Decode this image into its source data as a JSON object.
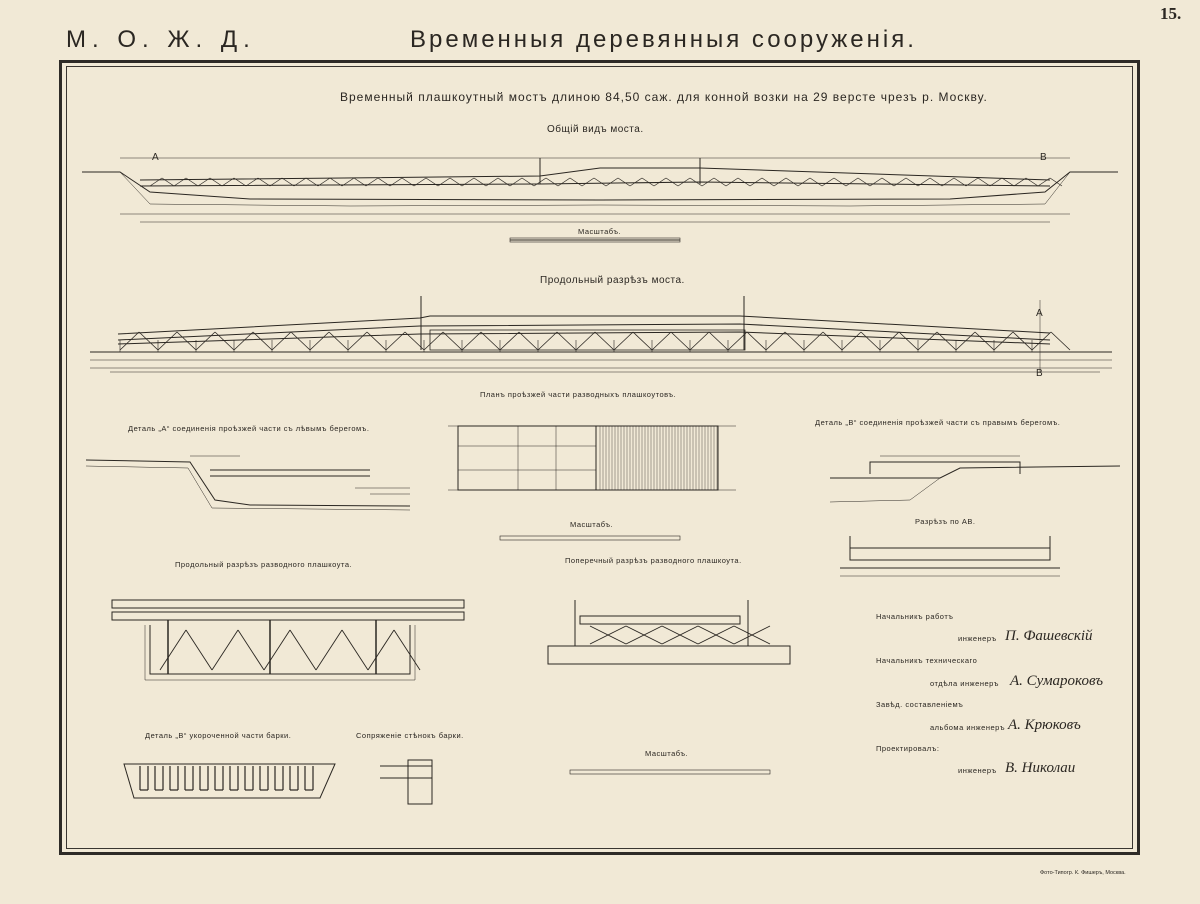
{
  "page_number": "15.",
  "header": {
    "left": "М. О. Ж. Д.",
    "title": "Временныя деревянныя сооруженія."
  },
  "plate_title": "Временный плашкоутный мостъ длиною 84,50 саж. для конной возки на 29 версте чрезъ р. Москву.",
  "sections": {
    "general_view": "Общій видъ моста.",
    "longitudinal": "Продольный разрѣзъ моста.",
    "plan": "Планъ проѣзжей части разводныхъ плашкоутовъ.",
    "detail_a": "Деталь „А“ соединенія проѣзжей части съ лѣвымъ берегомъ.",
    "detail_b": "Деталь „В“ соединенія проѣзжей части съ правымъ берегомъ.",
    "section_ab": "Разрѣзъ по АВ.",
    "pontoon_long": "Продольный разрѣзъ разводного плашкоута.",
    "pontoon_cross": "Поперечный разрѣзъ разводного плашкоута.",
    "detail_b_short": "Деталь „В“ укороченной части барки.",
    "wall_joint": "Сопряженіе стѣнокъ барки."
  },
  "scale_label": "Масштабъ.",
  "markers": {
    "a": "А",
    "b": "В"
  },
  "credits": [
    {
      "role": "Начальникъ работъ",
      "title": "инженеръ",
      "name": "П. Фашевскій"
    },
    {
      "role": "Начальникъ техническаго",
      "title": "отдѣла инженеръ",
      "name": "А. Сумароковъ"
    },
    {
      "role": "Завѣд. составленіемъ",
      "title": "альбома инженеръ",
      "name": "А. Крюковъ"
    },
    {
      "role": "Проектировалъ:",
      "title": "инженеръ",
      "name": "В. Николаи"
    }
  ],
  "footer": "Фото-Типогр. К. Фишеръ, Москва."
}
